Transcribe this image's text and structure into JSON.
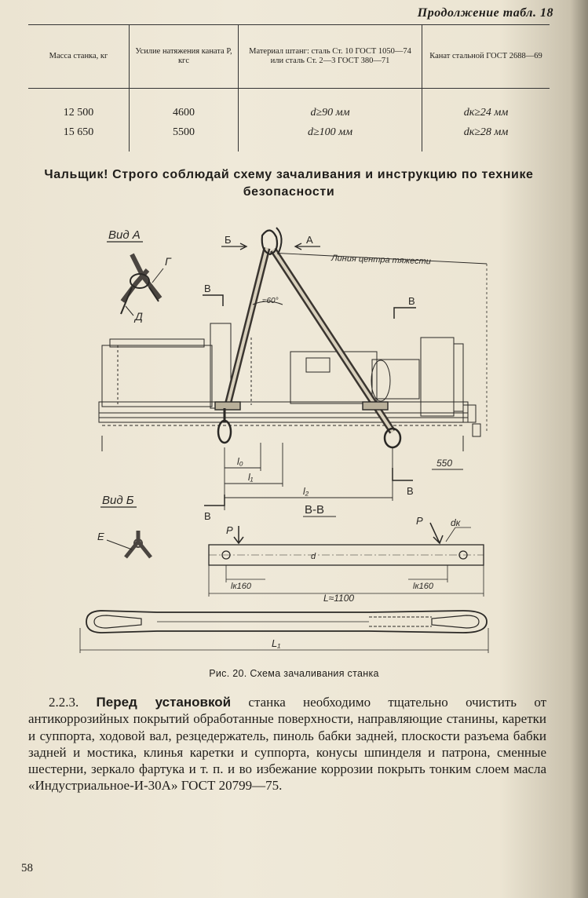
{
  "header": {
    "continuation": "Продолжение табл. 18"
  },
  "table": {
    "headers": [
      "Масса станка, кг",
      "Усилие натяжения каната P, кгс",
      "Материал штанг: сталь Ст. 10 ГОСТ 1050—74 или сталь Ст. 2—3 ГОСТ 380—71",
      "Канат стальной ГОСТ 2688—69"
    ],
    "rows": [
      [
        "12 500",
        "4600",
        "d≥90 мм",
        "dк≥24 мм"
      ],
      [
        "15 650",
        "5500",
        "d≥100 мм",
        "dк≥28 мм"
      ]
    ]
  },
  "warning": "Чальщик! Строго соблюдай схему зачаливания и инструкцию по технике безопасности",
  "figure": {
    "labels": {
      "view_a": "Вид А",
      "view_b": "Вид Б",
      "g": "Г",
      "d_letter": "Д",
      "e": "Е",
      "b_top": "Б",
      "a_top": "А",
      "gravity_line": "Линия центра тяжести",
      "angle": "≈60°",
      "v1": "В",
      "v2": "В",
      "v3": "В",
      "v4": "В",
      "section": "В-В",
      "l0": "l₀",
      "l1": "l₁",
      "l2": "l₂",
      "dim550": "550",
      "p1": "P",
      "p2": "P",
      "d_rod": "d",
      "dk": "dк",
      "lk1": "lк160",
      "lk2": "lк160",
      "L": "L≈1100",
      "L1": "L₁"
    },
    "caption": "Рис. 20. Схема зачаливания станка"
  },
  "paragraph": {
    "number": "2.2.3.",
    "bold": "Перед установкой",
    "text": "станка необходимо тщательно очистить от антикоррозийных покрытий обработанные поверхности, направляющие станины, каретки и суппорта, ходовой вал, резцедержатель, пиноль бабки задней, плоскости разъема бабки задней и мостика, клинья каретки и суппорта, конусы шпинделя и патрона, сменные шестерни, зеркало фартука и т. п. и во избежание коррозии покрыть тонким слоем масла «Индустриальное-И-30А» ГОСТ 20799—75."
  },
  "page_number": "58"
}
